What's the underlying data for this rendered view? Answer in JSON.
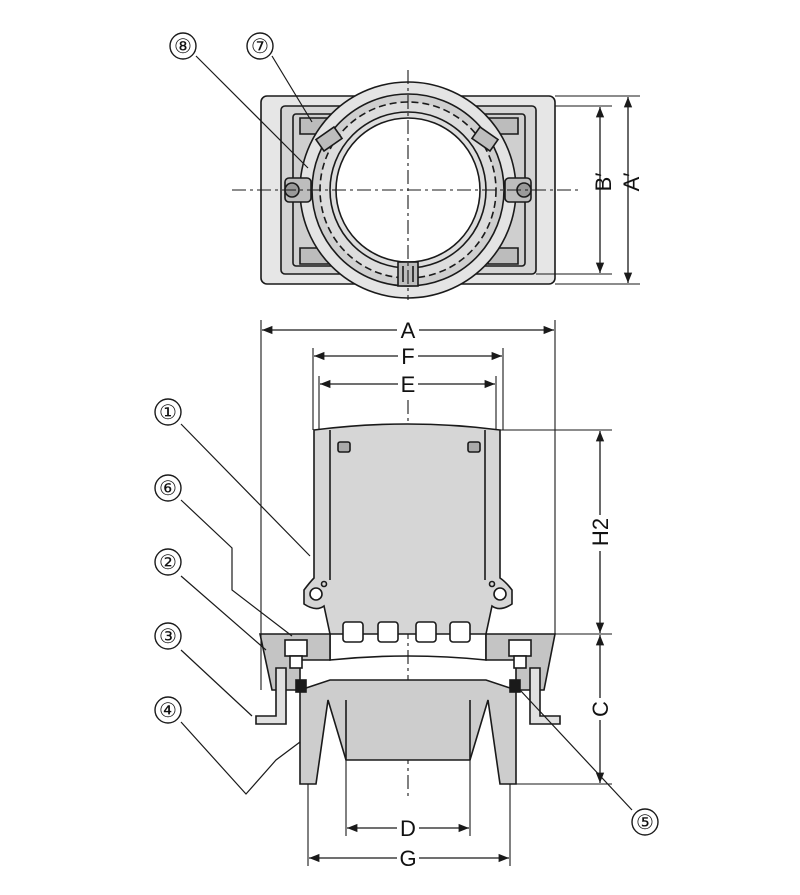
{
  "colors": {
    "line": "#1a1a1a",
    "fill_light": "#d9d9d9",
    "fill_mid": "#bfbfbf",
    "fill_dark": "#9a9a9a",
    "background": "#ffffff"
  },
  "dimensions": {
    "A": "A",
    "F": "F",
    "E": "E",
    "H2": "H2",
    "C": "C",
    "D": "D",
    "G": "G",
    "A_prime": "A′",
    "B_prime": "B′"
  },
  "callouts": {
    "c1": "①",
    "c2": "②",
    "c3": "③",
    "c4": "④",
    "c5": "⑤",
    "c6": "⑥",
    "c7": "⑦",
    "c8": "⑧"
  }
}
